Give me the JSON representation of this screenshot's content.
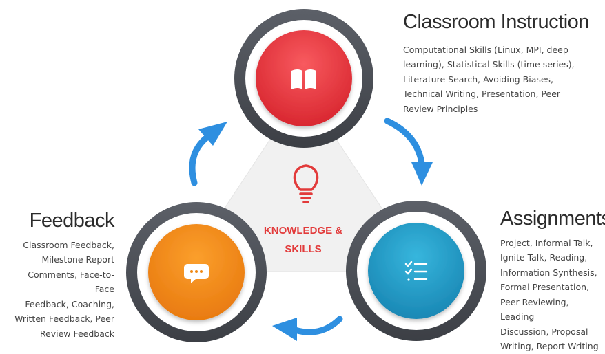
{
  "center": {
    "line1": "KNOWLEDGE &",
    "line2": "SKILLS"
  },
  "classroom_instruction": {
    "title": "Classroom Instruction",
    "lines": [
      "Computational Skills (Linux, MPI, deep",
      "learning), Statistical Skills (time series),",
      "Literature Search, Avoiding Biases,",
      "Technical Writing, Presentation, Peer",
      "Review Principles"
    ]
  },
  "assignments": {
    "title": "Assignments",
    "lines": [
      "Project, Informal Talk,",
      "Ignite Talk, Reading,",
      "Information Synthesis,",
      "Formal Presentation,",
      "Peer Reviewing, Leading",
      "Discussion, Proposal",
      "Writing, Report Writing"
    ]
  },
  "feedback": {
    "title": "Feedback",
    "lines": [
      "Classroom Feedback,",
      "Milestone Report",
      "Comments, Face-to-Face",
      "Feedback, Coaching,",
      "Written Feedback, Peer",
      "Review Feedback"
    ]
  },
  "icons": {
    "top_node": "open-book-icon",
    "right_node": "checklist-icon",
    "left_node": "speech-bubble-icon",
    "center": "lightbulb-icon",
    "arrows": "curved-arrow-icon"
  },
  "colors": {
    "top_node": "#e8333c",
    "right_node": "#1f9ec6",
    "left_node": "#f08a16",
    "ring": "#4a4e55",
    "arrow": "#2e8fe0",
    "center_text": "#e23b3b",
    "triangle": "#f1f1f1"
  }
}
